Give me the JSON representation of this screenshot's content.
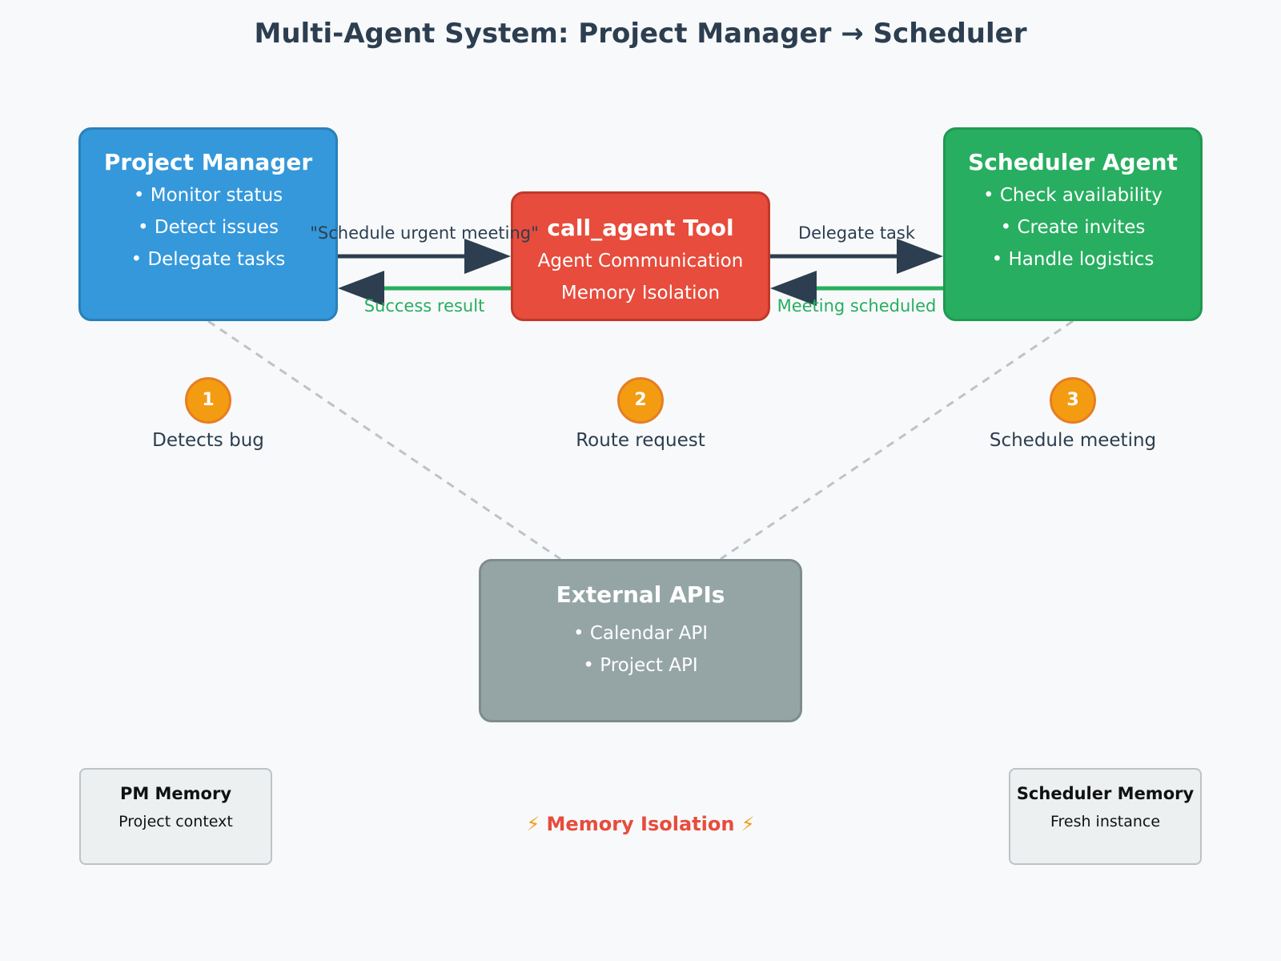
{
  "title": "Multi-Agent System: Project Manager → Scheduler",
  "project_manager": {
    "title": "Project Manager",
    "items": [
      "• Monitor status",
      "• Detect issues",
      "• Delegate tasks"
    ]
  },
  "call_agent_tool": {
    "title": "call_agent Tool",
    "items": [
      "Agent Communication",
      "Memory Isolation"
    ]
  },
  "scheduler_agent": {
    "title": "Scheduler Agent",
    "items": [
      "• Check availability",
      "• Create invites",
      "• Handle logistics"
    ]
  },
  "external_apis": {
    "title": "External APIs",
    "items": [
      "• Calendar API",
      "• Project API"
    ]
  },
  "edges": {
    "pm_to_tool": "\"Schedule urgent meeting\"",
    "tool_to_pm": "Success result",
    "tool_to_scheduler": "Delegate task",
    "scheduler_to_tool": "Meeting scheduled"
  },
  "steps": [
    {
      "number": "1",
      "label": "Detects bug"
    },
    {
      "number": "2",
      "label": "Route request"
    },
    {
      "number": "3",
      "label": "Schedule meeting"
    }
  ],
  "pm_memory": {
    "title": "PM Memory",
    "subtitle": "Project context"
  },
  "scheduler_memory": {
    "title": "Scheduler Memory",
    "subtitle": "Fresh instance"
  },
  "memory_isolation": {
    "bolt": "⚡",
    "label": "Memory Isolation"
  },
  "colors": {
    "request_arrow": "#2c3e50",
    "response_arrow": "#27ae60",
    "dashed_link": "#bdc3c7",
    "step_badge": "#f39c12"
  }
}
